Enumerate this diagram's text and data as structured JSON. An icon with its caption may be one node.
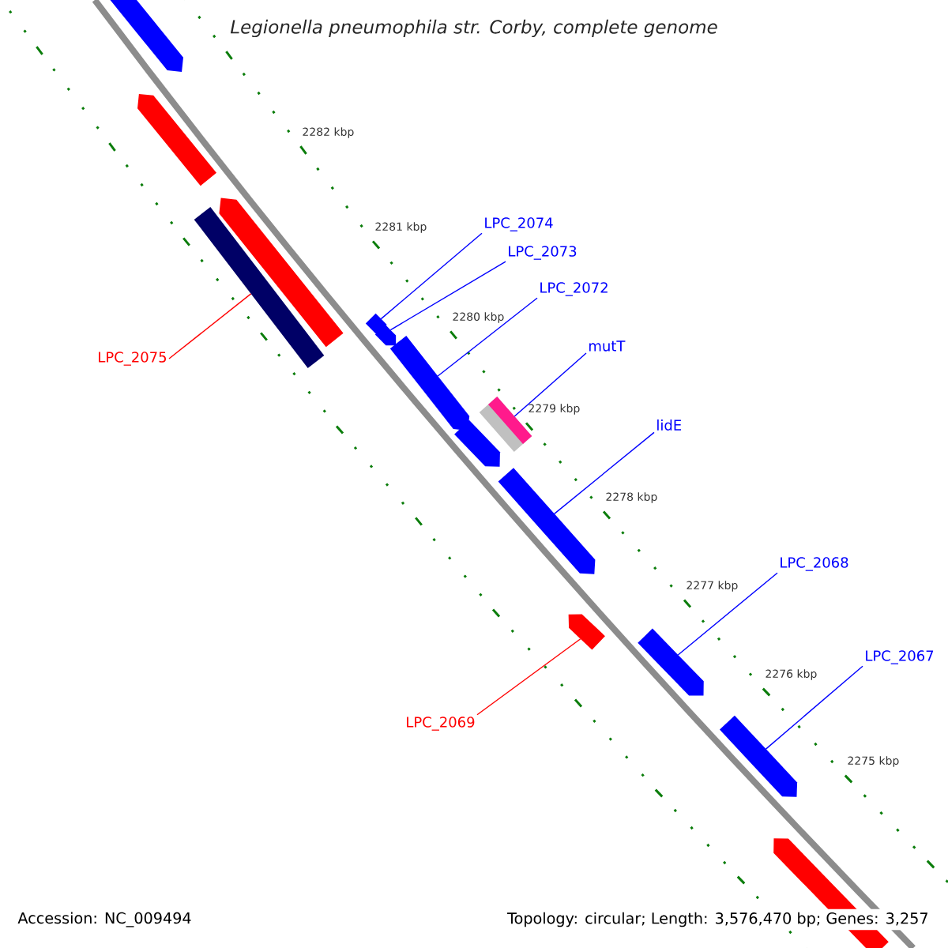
{
  "diagram": {
    "title": "Legionella pneumophila str. Corby, complete genome",
    "nodes": [
      {
        "text": [
          "LPC_2074"
        ]
      },
      {
        "text": [
          "LPC_2073"
        ]
      },
      {
        "text": [
          "LPC_2072"
        ]
      },
      {
        "text": [
          "mutT"
        ]
      },
      {
        "text": [
          "LPC_2075"
        ]
      },
      {
        "text": [
          "lidE"
        ]
      },
      {
        "text": [
          "LPC_2068"
        ]
      },
      {
        "text": [
          "LPC_2067"
        ]
      },
      {
        "text": [
          "LPC_2069"
        ]
      },
      {
        "text": [],
        "shape": "bar"
      },
      {
        "text": [],
        "shape": "bar"
      },
      {
        "text": [],
        "shape": "bar"
      },
      {
        "text": [],
        "shape": "bar"
      },
      {
        "text": [],
        "shape": "bar"
      },
      {
        "text": [],
        "shape": "bar"
      },
      {
        "text": [],
        "shape": "bar"
      },
      {
        "text": [],
        "shape": "bar"
      },
      {
        "text": [],
        "shape": "bar"
      },
      {
        "text": [],
        "shape": "bar"
      },
      {
        "text": [],
        "shape": "bar"
      },
      {
        "text": [],
        "shape": "bar"
      },
      {
        "text": [],
        "shape": "bar"
      },
      {
        "text": [],
        "shape": "bar"
      }
    ],
    "edges": [
      {
        "from": 0,
        "to": 13,
        "arrow": "none"
      },
      {
        "from": 1,
        "to": 14,
        "arrow": "none"
      },
      {
        "from": 2,
        "to": 15,
        "arrow": "none"
      },
      {
        "from": 3,
        "to": 16,
        "arrow": "none"
      },
      {
        "from": 4,
        "to": 11,
        "arrow": "none",
        "color": "#ff0000"
      },
      {
        "from": 5,
        "to": 18,
        "arrow": "none"
      },
      {
        "from": 6,
        "to": 20,
        "arrow": "none"
      },
      {
        "from": 7,
        "to": 21,
        "arrow": "none"
      },
      {
        "from": 8,
        "to": 19,
        "arrow": "none",
        "color": "#ff0000"
      }
    ],
    "labels": [
      "2282 kbp",
      "2281 kbp",
      "2280 kbp",
      "2279 kbp",
      "2278 kbp",
      "2277 kbp",
      "2276 kbp",
      "2275 kbp",
      "Accession: NC_009494",
      "Topology: circular; Length: 3,576,470 bp; Genes: 3,257"
    ]
  }
}
